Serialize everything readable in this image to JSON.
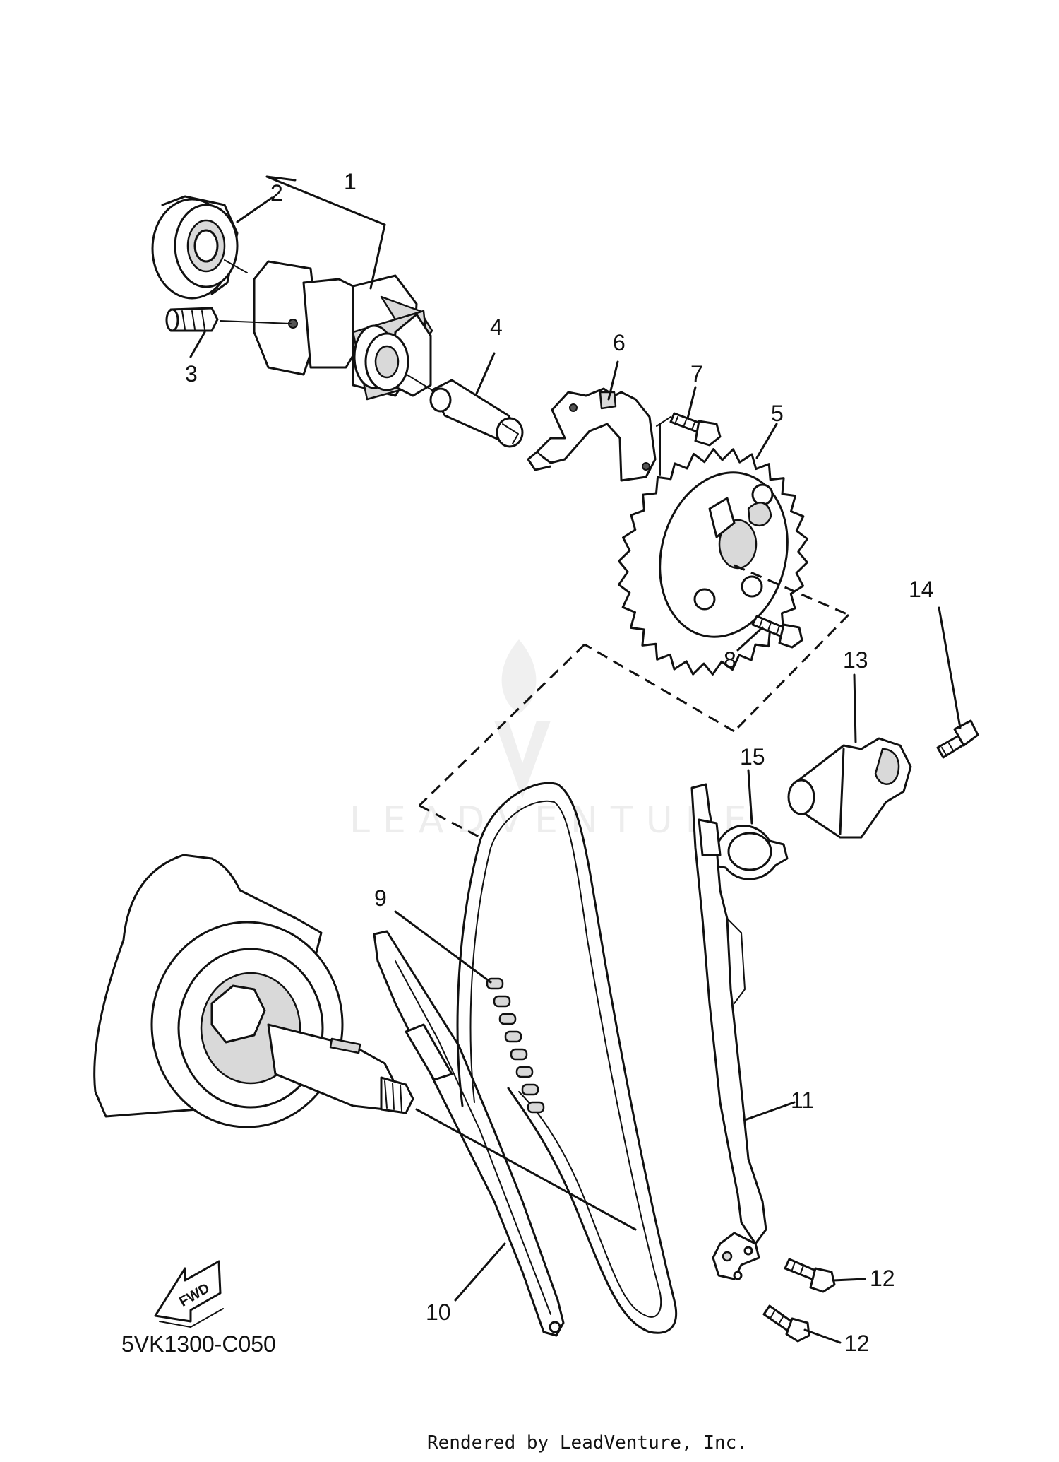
{
  "diagram": {
    "callouts": [
      {
        "id": "1",
        "label": "1"
      },
      {
        "id": "2",
        "label": "2"
      },
      {
        "id": "3",
        "label": "3"
      },
      {
        "id": "4",
        "label": "4"
      },
      {
        "id": "5",
        "label": "5"
      },
      {
        "id": "6",
        "label": "6"
      },
      {
        "id": "7",
        "label": "7"
      },
      {
        "id": "8",
        "label": "8"
      },
      {
        "id": "9",
        "label": "9"
      },
      {
        "id": "10",
        "label": "10"
      },
      {
        "id": "11",
        "label": "11"
      },
      {
        "id": "12a",
        "label": "12"
      },
      {
        "id": "12b",
        "label": "12"
      },
      {
        "id": "13",
        "label": "13"
      },
      {
        "id": "14",
        "label": "14"
      },
      {
        "id": "15",
        "label": "15"
      }
    ],
    "fwd_label": "FWD",
    "diagram_code": "5VK1300-C050",
    "watermark_text": "LEADVENTURE",
    "credit": "Rendered by LeadVenture, Inc."
  }
}
